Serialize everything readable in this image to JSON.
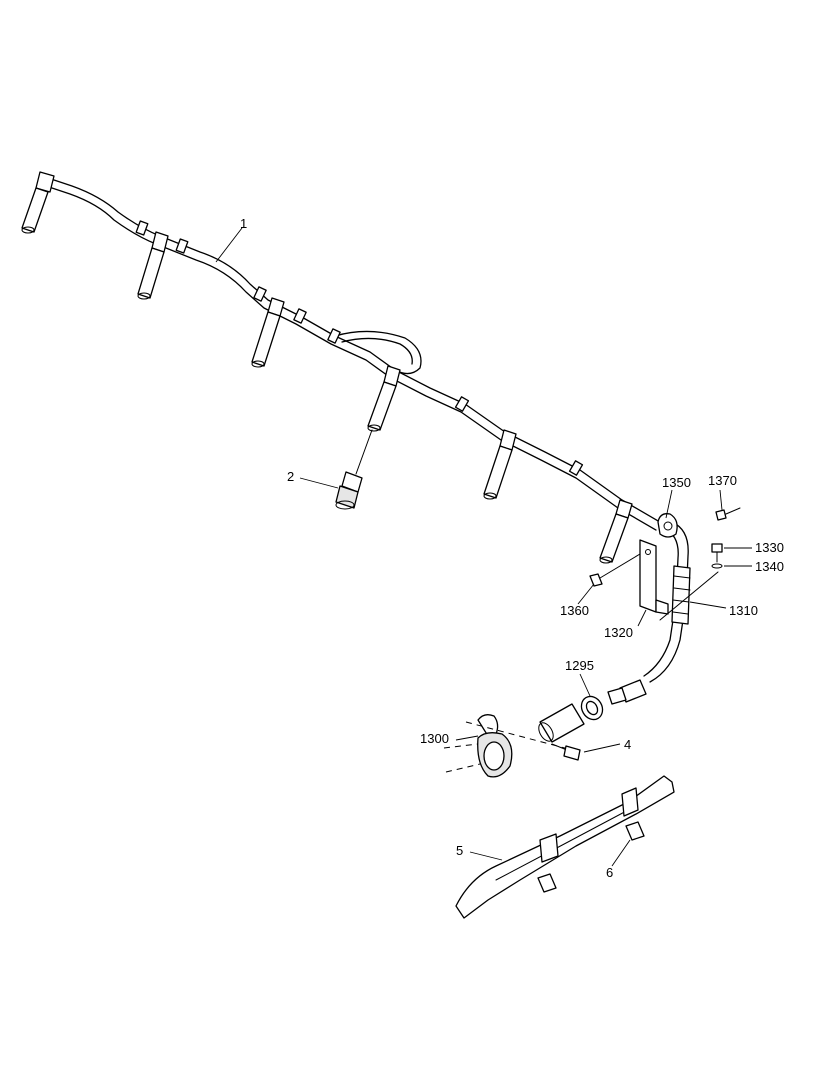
{
  "callouts": [
    {
      "id": "c1",
      "text": "1"
    },
    {
      "id": "c2",
      "text": "2"
    },
    {
      "id": "c1350",
      "text": "1350"
    },
    {
      "id": "c1370",
      "text": "1370"
    },
    {
      "id": "c1330",
      "text": "1330"
    },
    {
      "id": "c1340",
      "text": "1340"
    },
    {
      "id": "c1360",
      "text": "1360"
    },
    {
      "id": "c1310",
      "text": "1310"
    },
    {
      "id": "c1320",
      "text": "1320"
    },
    {
      "id": "c1295",
      "text": "1295"
    },
    {
      "id": "c1300",
      "text": "1300"
    },
    {
      "id": "c4",
      "text": "4"
    },
    {
      "id": "c5",
      "text": "5"
    },
    {
      "id": "c6",
      "text": "6"
    }
  ]
}
